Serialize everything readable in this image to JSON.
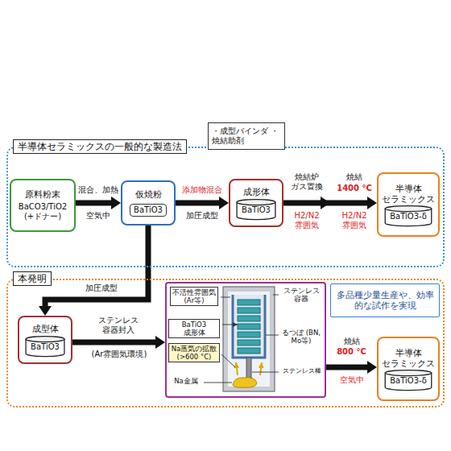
{
  "diagram": {
    "nodes": [
      {
        "text": [
          "半導体セラミックスの一般的な製造法"
        ]
      },
      {
        "text": [
          "原料粉末",
          "BaCO3/TiO2 (+ドナー)"
        ],
        "in": 0
      },
      {
        "text": [
          "仮焼粉",
          "BaTiO3"
        ],
        "in": 0
      },
      {
        "text": [
          "成形体",
          "BaTiO3"
        ],
        "in": 0
      },
      {
        "text": [
          "半導体 セラミックス",
          "BaTiO3-δ"
        ],
        "in": 0
      },
      {
        "text": [
          "・成型バインダ ・焼結助剤"
        ]
      },
      {
        "text": [
          "本発明"
        ]
      },
      {
        "text": [
          "成型体",
          "BaTiO3"
        ],
        "in": 6
      },
      {
        "text": [
          "不活性雰囲気 (Ar等)",
          "ステンレス 容器",
          "BaTiO3 成形体",
          "るつぼ (BN, Mo等)",
          "Na蒸気の拡散 (>600 °C)",
          "ステンレス棒",
          "Na金属"
        ],
        "in": 6
      },
      {
        "text": [
          "半導体 セラミックス",
          "BaTiO3-δ"
        ],
        "in": 6
      },
      {
        "text": [
          "多品種少量生産や、効率的な試作を実現"
        ],
        "in": 6
      }
    ],
    "edges": [
      {
        "from": 1,
        "to": 2,
        "arrow": "to"
      },
      {
        "from": 2,
        "to": 3,
        "arrow": "to"
      },
      {
        "from": 3,
        "to": 4,
        "arrow": "to"
      },
      {
        "from": 2,
        "to": 7,
        "arrow": "to"
      },
      {
        "from": 7,
        "to": 8,
        "arrow": "to"
      },
      {
        "from": 8,
        "to": 9,
        "arrow": "to"
      }
    ],
    "labels": [
      "混合、加熱",
      "空気中",
      "添加物混合",
      "加圧成型",
      "焼結炉 ガス置換",
      "H2/N2 雰囲気",
      "焼結",
      "1400 °C",
      "H2/N2 雰囲気",
      "加圧成型",
      "ステンレス 容器封入",
      "(Ar雰囲気環境)",
      "焼結",
      "800 °C",
      "空気中"
    ]
  }
}
